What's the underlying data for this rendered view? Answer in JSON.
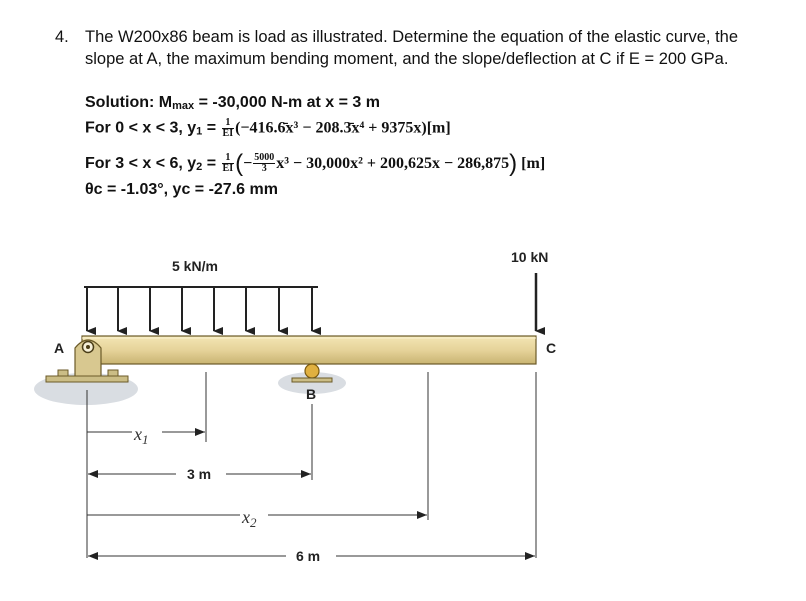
{
  "problem": {
    "number": "4.",
    "text": "The W200x86 beam is load as illustrated. Determine the equation of the elastic curve, the slope at A, the maximum bending moment, and the slope/deflection at C if E = 200 GPa."
  },
  "solution": {
    "line1_prefix": "Solution: M",
    "line1_sub": "max",
    "line1_suffix": " = -30,000 N-m at x = 3 m",
    "y1_label": "For 0 < x < 3, y",
    "y1_sub": "1",
    "y1_frac_num": "1",
    "y1_frac_den": "EI",
    "y1_expr": "(−416.6̄x³ − 208.3̄x⁴ + 9375x)[m]",
    "y2_label": "For 3 < x < 6, y",
    "y2_sub": "2",
    "y2_frac_num": "1",
    "y2_frac_den": "EI",
    "y2_paren_open": "(",
    "y2_minus": "−",
    "y2_inner_num": "5000",
    "y2_inner_den": "3",
    "y2_expr": "x³ − 30,000x² + 200,625x − 286,875",
    "y2_paren_close": ")",
    "y2_unit": " [m]",
    "line4": "θc = -1.03°, yc = -27.6 mm",
    "eq_sign": " = "
  },
  "diagram": {
    "distributed_load": "5 kN/m",
    "point_load": "10 kN",
    "point_a": "A",
    "point_b": "B",
    "point_c": "C",
    "x1": "x",
    "x1_sub": "1",
    "x2": "x",
    "x2_sub": "2",
    "dim_3m": "3 m",
    "dim_6m": "6 m"
  },
  "colors": {
    "beam_fill": "#e9d9a0",
    "beam_stroke": "#6b5a28",
    "support_fill": "#d8c890",
    "roller_fill": "#e0b040",
    "ground": "#d9dde2"
  }
}
